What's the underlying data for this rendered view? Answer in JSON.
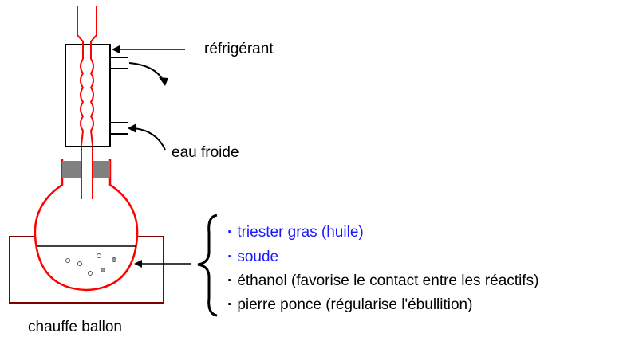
{
  "labels": {
    "condenser": "réfrigérant",
    "cold_water": "eau froide",
    "heater": "chauffe ballon"
  },
  "reactants": [
    {
      "text": "triester gras (huile)",
      "color": "#1a1aff"
    },
    {
      "text": "soude",
      "color": "#1a1aff"
    },
    {
      "text": "éthanol (favorise le contact entre les réactifs)",
      "color": "#000000"
    },
    {
      "text": "pierre ponce (régularise l'ébullition)",
      "color": "#000000"
    }
  ],
  "bullet": "·",
  "colors": {
    "glass": "#ff0000",
    "heater": "#800000",
    "stopper": "#808080",
    "outline": "#000000"
  }
}
